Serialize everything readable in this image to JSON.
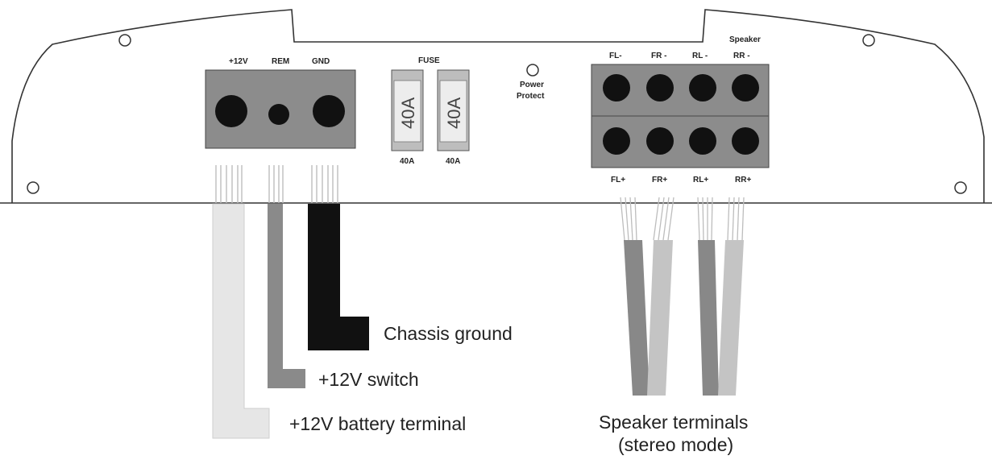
{
  "terminals": {
    "power": {
      "v12": "+12V",
      "rem": "REM",
      "gnd": "GND"
    },
    "fuse_title": "FUSE",
    "fuse_rating": "40A",
    "fuse_label_left": "40A",
    "fuse_label_right": "40A",
    "power_protect_line1": "Power",
    "power_protect_line2": "Protect",
    "speaker_title": "Speaker",
    "speaker_top": [
      "FL-",
      "FR -",
      "RL -",
      "RR -"
    ],
    "speaker_bottom": [
      "FL+",
      "FR+",
      "RL+",
      "RR+"
    ]
  },
  "wires": {
    "chassis_ground": "Chassis ground",
    "switch_12v": "+12V switch",
    "battery_12v": "+12V battery terminal",
    "speaker_line1": "Speaker terminals",
    "speaker_line2": "(stereo mode)"
  },
  "colors": {
    "block": "#8c8c8c",
    "hole": "#111111",
    "wire_black": "#111111",
    "wire_gray": "#8a8a8a",
    "wire_light": "#e6e6e6",
    "spk_dark": "#888888",
    "spk_light": "#c4c4c4"
  }
}
